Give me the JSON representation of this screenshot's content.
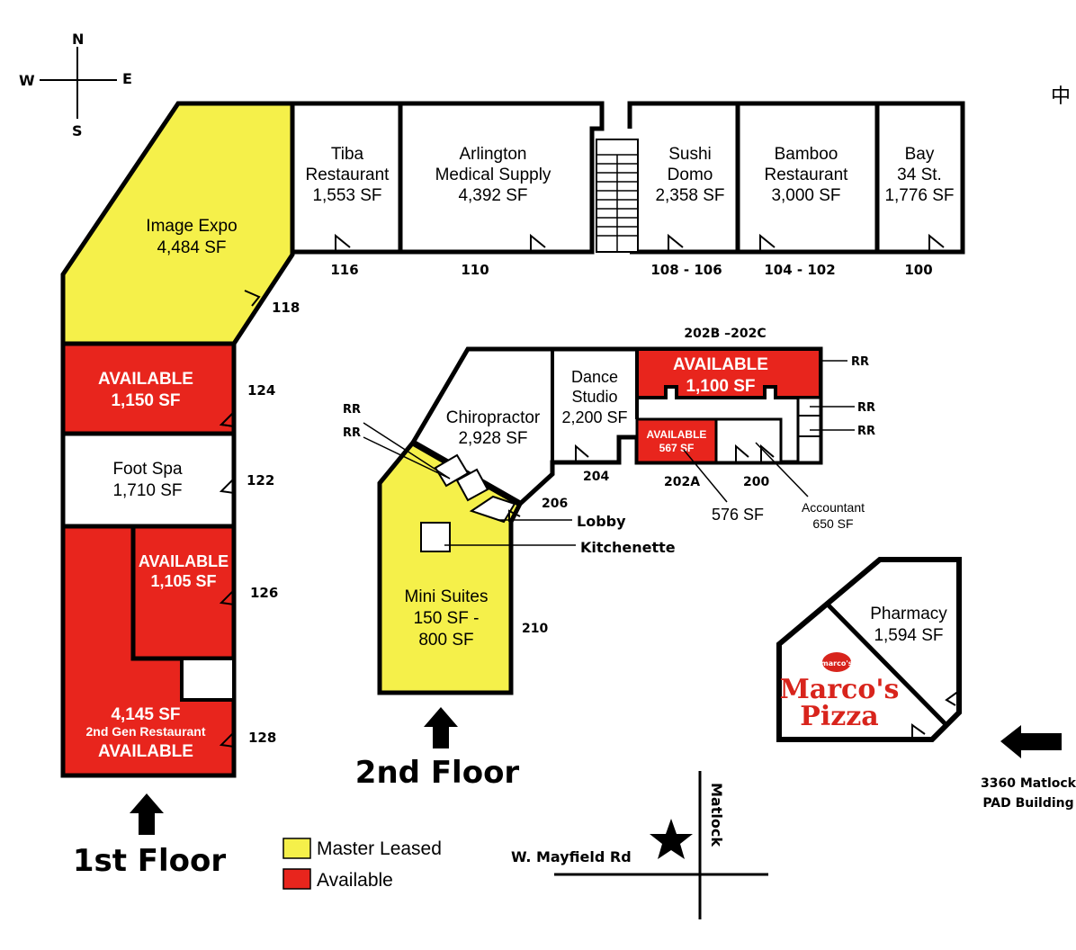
{
  "compass": {
    "n": "N",
    "s": "S",
    "e": "E",
    "w": "W",
    "corner_glyph": "中"
  },
  "colors": {
    "master_leased": "#f5f04a",
    "available": "#e8251d",
    "wall": "#000000"
  },
  "first_floor": {
    "label": "1st Floor",
    "units": {
      "image_expo": {
        "name": "Image Expo",
        "size": "4,484 SF",
        "number": "118",
        "status": "master-leased"
      },
      "tiba": {
        "name_l1": "Tiba",
        "name_l2": "Restaurant",
        "size": "1,553 SF",
        "number": "116"
      },
      "arlington": {
        "name_l1": "Arlington",
        "name_l2": "Medical Supply",
        "size": "4,392 SF",
        "number": "110"
      },
      "sushi": {
        "name_l1": "Sushi",
        "name_l2": "Domo",
        "size": "2,358 SF",
        "number": "108 - 106"
      },
      "bamboo": {
        "name_l1": "Bamboo",
        "name_l2": "Restaurant",
        "size": "3,000 SF",
        "number": "104 - 102"
      },
      "bay": {
        "name_l1": "Bay",
        "name_l2": "34 St.",
        "size": "1,776 SF",
        "number": "100"
      },
      "u124": {
        "name": "AVAILABLE",
        "size": "1,150 SF",
        "number": "124",
        "status": "available"
      },
      "foot_spa": {
        "name": "Foot Spa",
        "size": "1,710 SF",
        "number": "122"
      },
      "u126": {
        "name": "AVAILABLE",
        "size": "1,105 SF",
        "number": "126",
        "status": "available"
      },
      "u128": {
        "size": "4,145 SF",
        "note": "2nd Gen Restaurant",
        "name": "AVAILABLE",
        "number": "128",
        "status": "available"
      }
    }
  },
  "second_floor": {
    "label": "2nd Floor",
    "header": "202B –202C",
    "units": {
      "chiropractor": {
        "name": "Chiropractor",
        "size": "2,928 SF",
        "number": "206"
      },
      "dance": {
        "name_l1": "Dance",
        "name_l2": "Studio",
        "size": "2,200 SF",
        "number": "204"
      },
      "avail_1100": {
        "name": "AVAILABLE",
        "size": "1,100 SF",
        "status": "available"
      },
      "avail_567": {
        "name": "AVAILABLE",
        "size": "567 SF",
        "number": "202A",
        "status": "available"
      },
      "u576": {
        "size": "576 SF"
      },
      "accountant": {
        "name": "Accountant",
        "size": "650 SF",
        "number": "200"
      },
      "mini_suites": {
        "name_l1": "Mini Suites",
        "name_l2": "150 SF -",
        "name_l3": "800 SF",
        "number": "210",
        "status": "master-leased"
      }
    },
    "callouts": {
      "rr": "RR",
      "lobby": "Lobby",
      "kitchenette": "Kitchenette"
    }
  },
  "pad": {
    "pharmacy": {
      "name": "Pharmacy",
      "size": "1,594 SF"
    },
    "marcos": {
      "l1": "Marco's",
      "l2": "Pizza",
      "badge": "marco's"
    },
    "address_l1": "3360 Matlock",
    "address_l2": "PAD Building"
  },
  "legend": {
    "master_leased": "Master Leased",
    "available": "Available"
  },
  "streets": {
    "west": "W. Mayfield Rd",
    "north": "Matlock"
  }
}
